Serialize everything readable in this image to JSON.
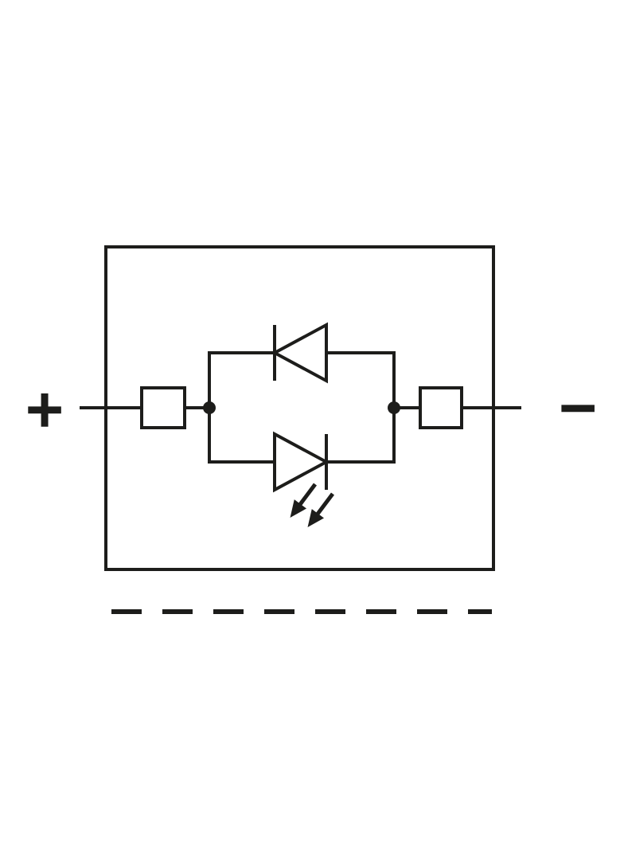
{
  "labels": {
    "plus": "+",
    "minus": "−"
  },
  "colors": {
    "line": "#1d1d1b",
    "background": "#ffffff"
  },
  "diagram": {
    "type": "circuit-schematic",
    "components": [
      "module-outline",
      "left-terminal-contact",
      "left-junction-dot",
      "protection-diode",
      "led-diode",
      "led-light-arrows",
      "right-junction-dot",
      "right-terminal-contact",
      "mounting-rail-dashed-line"
    ]
  }
}
